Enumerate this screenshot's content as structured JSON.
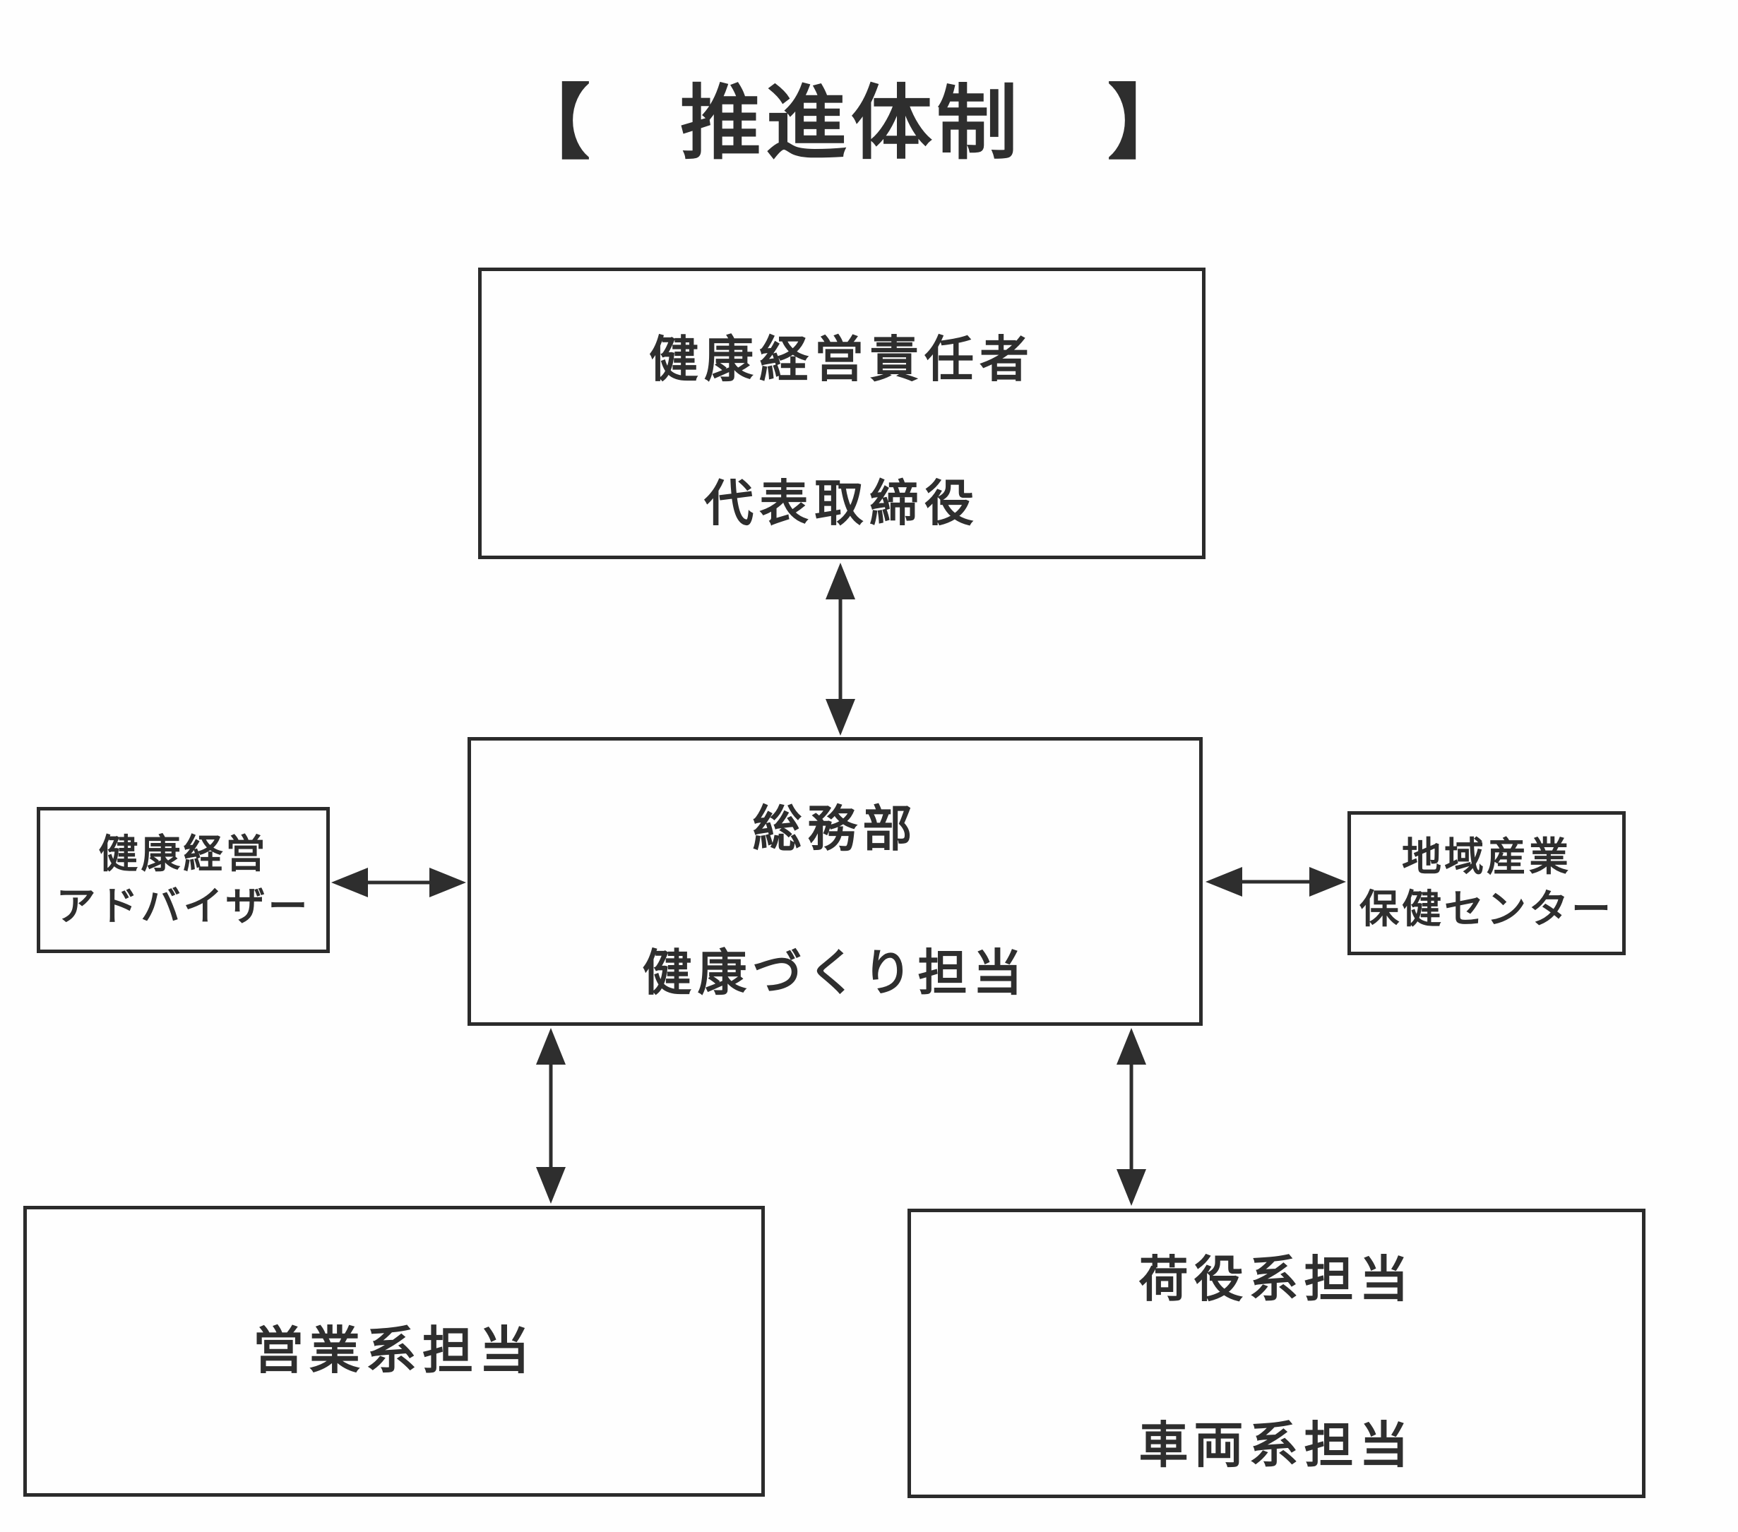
{
  "title": "【　推進体制　】",
  "colors": {
    "ink": "#2e2e2e",
    "box_border": "#2b2b2b",
    "background": "#fefefe"
  },
  "nodes": {
    "top": {
      "lines": [
        "健康経営責任者",
        "代表取締役"
      ]
    },
    "center": {
      "lines": [
        "総務部",
        "健康づくり担当"
      ]
    },
    "left": {
      "lines": [
        "健康経営",
        "アドバイザー"
      ]
    },
    "right": {
      "lines": [
        "地域産業",
        "保健センター"
      ]
    },
    "bottom_left": {
      "lines": [
        "営業系担当"
      ]
    },
    "bottom_right": {
      "lines": [
        "荷役系担当",
        "車両系担当"
      ]
    }
  },
  "connections": [
    {
      "from": "top",
      "to": "center",
      "style": "double-headed-arrow",
      "orientation": "vertical"
    },
    {
      "from": "left",
      "to": "center",
      "style": "double-headed-arrow",
      "orientation": "horizontal"
    },
    {
      "from": "center",
      "to": "right",
      "style": "double-headed-arrow",
      "orientation": "horizontal"
    },
    {
      "from": "center",
      "to": "bottom_left",
      "style": "double-headed-arrow",
      "orientation": "vertical"
    },
    {
      "from": "center",
      "to": "bottom_right",
      "style": "double-headed-arrow",
      "orientation": "vertical"
    }
  ]
}
